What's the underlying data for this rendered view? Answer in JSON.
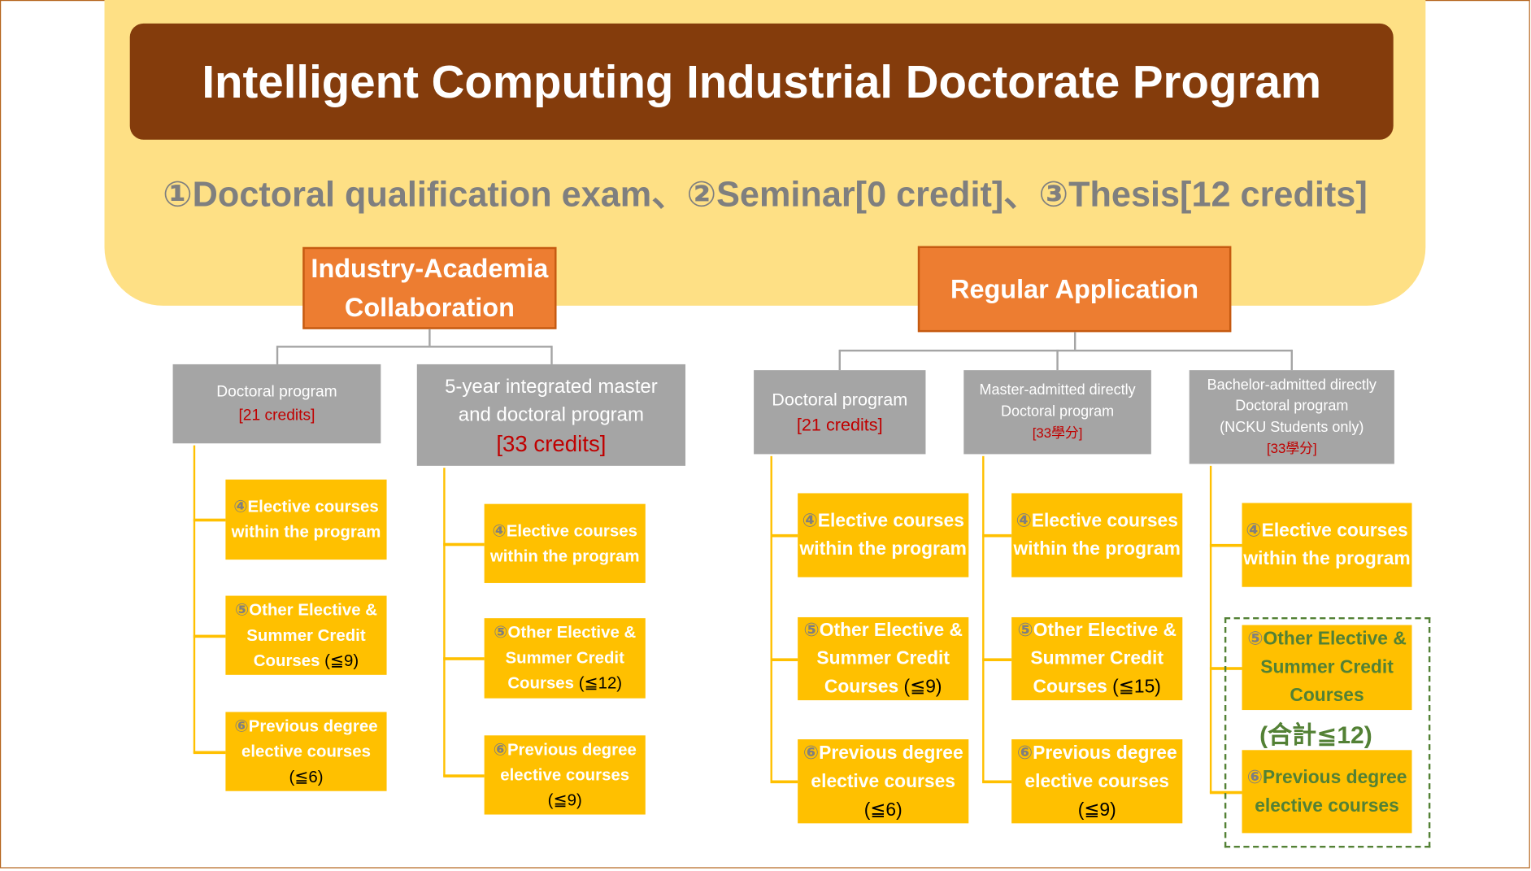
{
  "title": "Intelligent Computing Industrial Doctorate Program",
  "requirements": "①Doctoral qualification exam、②Seminar[0 credit]、③Thesis[12 credits]",
  "tracks": [
    {
      "label_lines": [
        "Industry-Academia",
        "Collaboration"
      ],
      "programs": [
        {
          "name_lines": [
            "Doctoral program"
          ],
          "credits": "[21 credits]",
          "courses": [
            {
              "num": "④",
              "lines": [
                "Elective courses",
                "within the program"
              ],
              "limit": ""
            },
            {
              "num": "⑤",
              "lines": [
                "Other Elective &",
                "Summer Credit",
                "Courses"
              ],
              "limit": "(≦9)"
            },
            {
              "num": "⑥",
              "lines": [
                "Previous degree",
                "elective courses"
              ],
              "limit": "(≦6)"
            }
          ]
        },
        {
          "name_lines": [
            "5-year integrated master",
            "and doctoral program"
          ],
          "credits": "[33 credits]",
          "courses": [
            {
              "num": "④",
              "lines": [
                "Elective courses",
                "within the program"
              ],
              "limit": ""
            },
            {
              "num": "⑤",
              "lines": [
                "Other Elective &",
                "Summer Credit",
                "Courses"
              ],
              "limit": "(≦12)"
            },
            {
              "num": "⑥",
              "lines": [
                "Previous degree",
                "elective courses"
              ],
              "limit": "(≦9)"
            }
          ]
        }
      ]
    },
    {
      "label_lines": [
        "Regular Application"
      ],
      "programs": [
        {
          "name_lines": [
            "Doctoral program"
          ],
          "credits": "[21 credits]",
          "courses": [
            {
              "num": "④",
              "lines": [
                "Elective courses",
                "within the program"
              ],
              "limit": ""
            },
            {
              "num": "⑤",
              "lines": [
                "Other Elective &",
                "Summer Credit",
                "Courses"
              ],
              "limit": "(≦9)"
            },
            {
              "num": "⑥",
              "lines": [
                "Previous degree",
                "elective courses"
              ],
              "limit": "(≦6)"
            }
          ]
        },
        {
          "name_lines": [
            "Master-admitted directly",
            "Doctoral program"
          ],
          "credits": "[33學分]",
          "courses": [
            {
              "num": "④",
              "lines": [
                "Elective courses",
                "within the program"
              ],
              "limit": ""
            },
            {
              "num": "⑤",
              "lines": [
                "Other Elective &",
                "Summer Credit",
                "Courses"
              ],
              "limit": "(≦15)"
            },
            {
              "num": "⑥",
              "lines": [
                "Previous degree",
                "elective courses"
              ],
              "limit": "(≦9)"
            }
          ]
        },
        {
          "name_lines": [
            "Bachelor-admitted directly",
            "Doctoral program",
            "(NCKU Students only)"
          ],
          "credits": "[33學分]",
          "courses": [
            {
              "num": "④",
              "lines": [
                "Elective courses",
                "within the program"
              ],
              "limit": ""
            },
            {
              "num": "⑤",
              "lines": [
                "Other Elective &",
                "Summer Credit",
                "Courses"
              ],
              "limit": ""
            },
            {
              "num": "⑥",
              "lines": [
                "Previous degree",
                "elective courses"
              ],
              "limit": ""
            }
          ],
          "combined_limit": "(合計≦12)"
        }
      ]
    }
  ],
  "colors": {
    "title_bg": "#843c0c",
    "panel": "#fee085",
    "track": "#ed7d31",
    "program": "#a5a5a5",
    "course": "#ffc000",
    "credits": "#c00000",
    "combined": "#538135"
  }
}
